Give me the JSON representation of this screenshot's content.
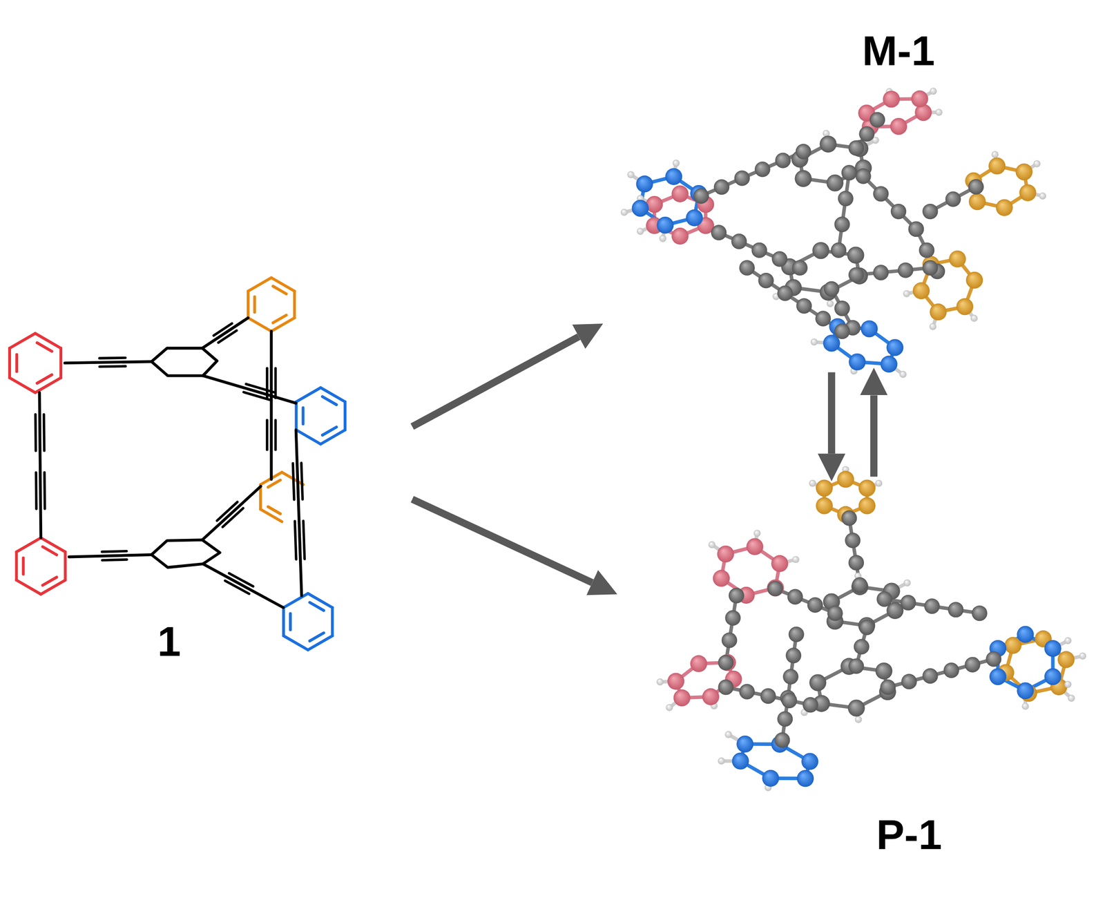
{
  "diagram": {
    "nodes": [
      {
        "text": [
          "1"
        ]
      },
      {
        "text": [
          "M-1"
        ]
      },
      {
        "text": [
          "P-1"
        ]
      }
    ],
    "edges": [
      {
        "from": 0,
        "to": 1,
        "arrow": "to"
      },
      {
        "from": 0,
        "to": 2,
        "arrow": "to"
      },
      {
        "from": 1,
        "to": 2,
        "arrow": "to"
      },
      {
        "from": 2,
        "to": 1,
        "arrow": "to"
      }
    ]
  }
}
